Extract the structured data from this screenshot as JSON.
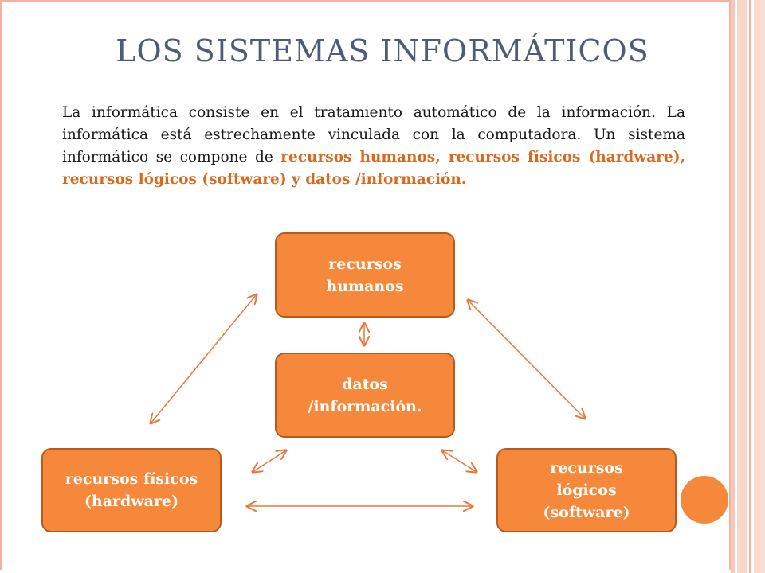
{
  "title": "LOS SISTEMAS INFORMÁTICOS",
  "paragraph": {
    "plain": "La informática consiste en el tratamiento automático de la información. La informática está estrechamente vinculada con la computadora. Un sistema informático se compone de ",
    "highlight": "recursos humanos, recursos físicos (hardware), recursos lógicos (software) y datos /información."
  },
  "nodes": {
    "humanos": "recursos humanos",
    "datos": "datos /información.",
    "fisicos": "recursos físicos (hardware)",
    "logicos": "recursos lógicos (software)"
  },
  "colors": {
    "node_fill": "#f5883b",
    "node_border": "#b85a1d",
    "arrow": "#e8773a",
    "title": "#4f5b78",
    "highlight": "#d9691f"
  }
}
